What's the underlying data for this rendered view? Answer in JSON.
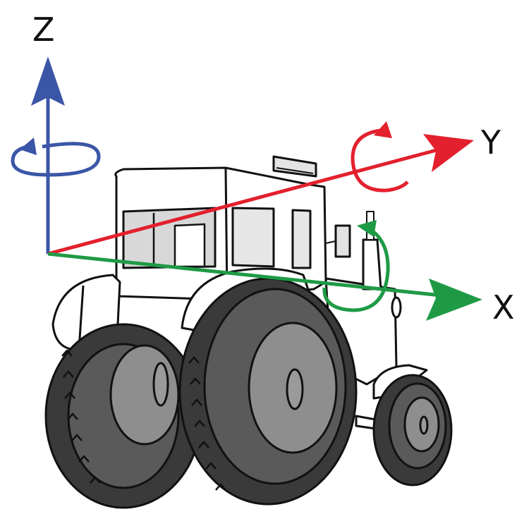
{
  "axes": [
    {
      "id": "x",
      "label": "X",
      "color": "#1e9a45"
    },
    {
      "id": "y",
      "label": "Y",
      "color": "#e3202d"
    },
    {
      "id": "z",
      "label": "Z",
      "color": "#3b56a6"
    }
  ],
  "tractor": {
    "body_color": "#ffffff",
    "outline_color": "#111111",
    "tire_color": "#3a3a3a",
    "rim_color": "#8e8e8e",
    "window_color": "#d8d8d8"
  }
}
